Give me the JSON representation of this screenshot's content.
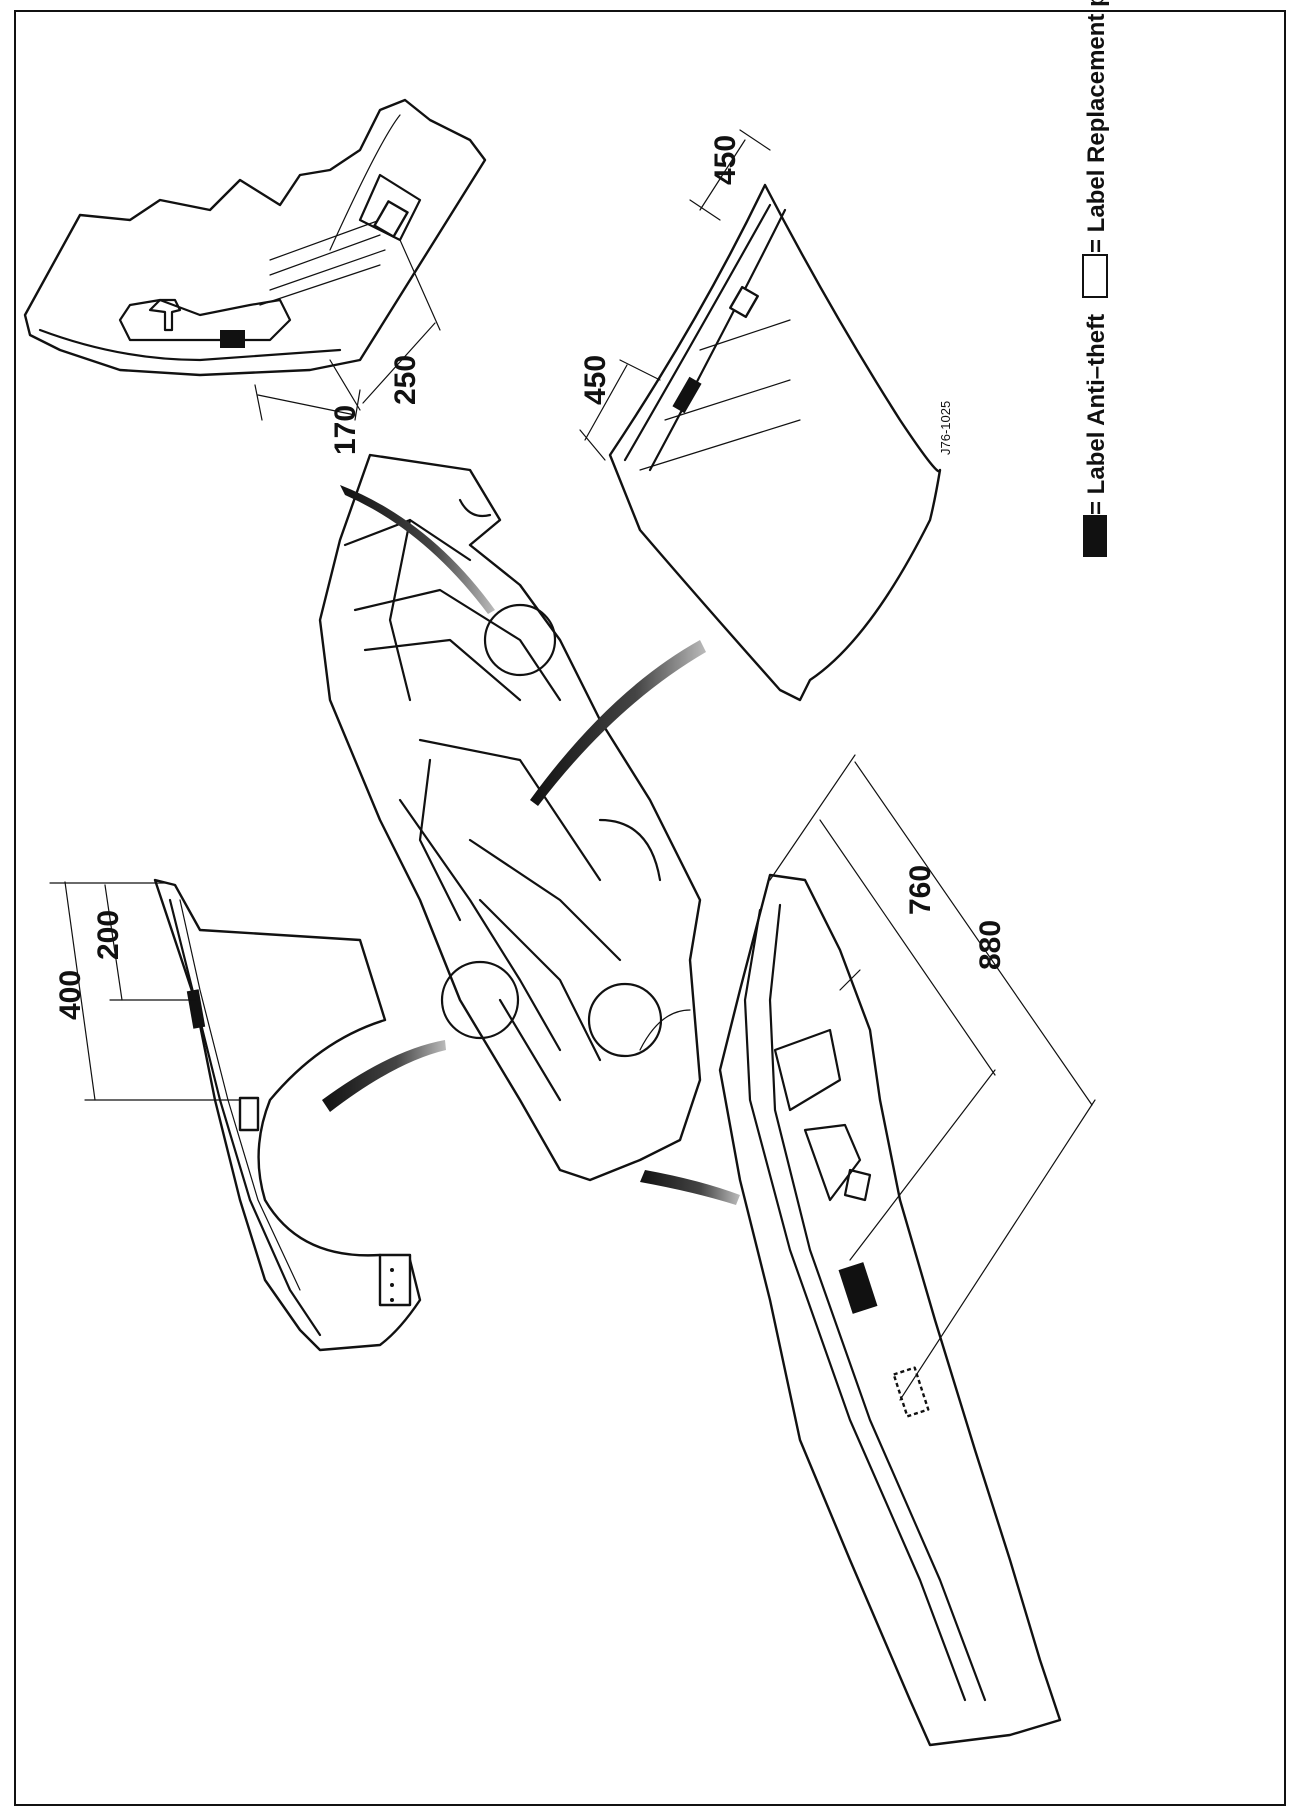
{
  "figure_code": "J76-1025",
  "dimensions": {
    "front_fender_outer": "400",
    "front_fender_inner": "200",
    "rear_quarter_a": "170",
    "rear_quarter_b": "250",
    "hood_left": "450",
    "hood_right": "450",
    "door_inner": "760",
    "door_outer": "880"
  },
  "legend": {
    "anti_theft_label": "= Label Anti–theft",
    "replacement_label": "= Label Replacement part",
    "anti_theft_color": "#111111",
    "replacement_color": "#ffffff"
  }
}
